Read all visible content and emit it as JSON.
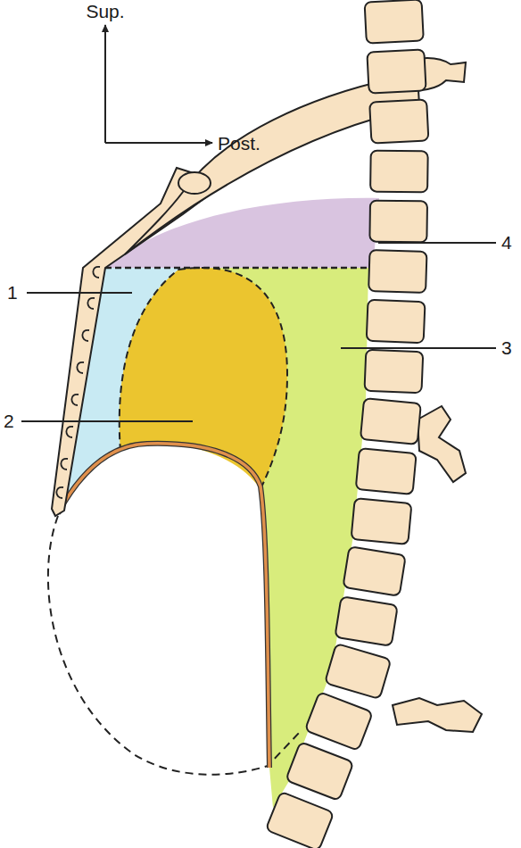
{
  "diagram": {
    "labels": [
      "Sup.",
      "Post.",
      "1",
      "2",
      "3",
      "4"
    ]
  }
}
